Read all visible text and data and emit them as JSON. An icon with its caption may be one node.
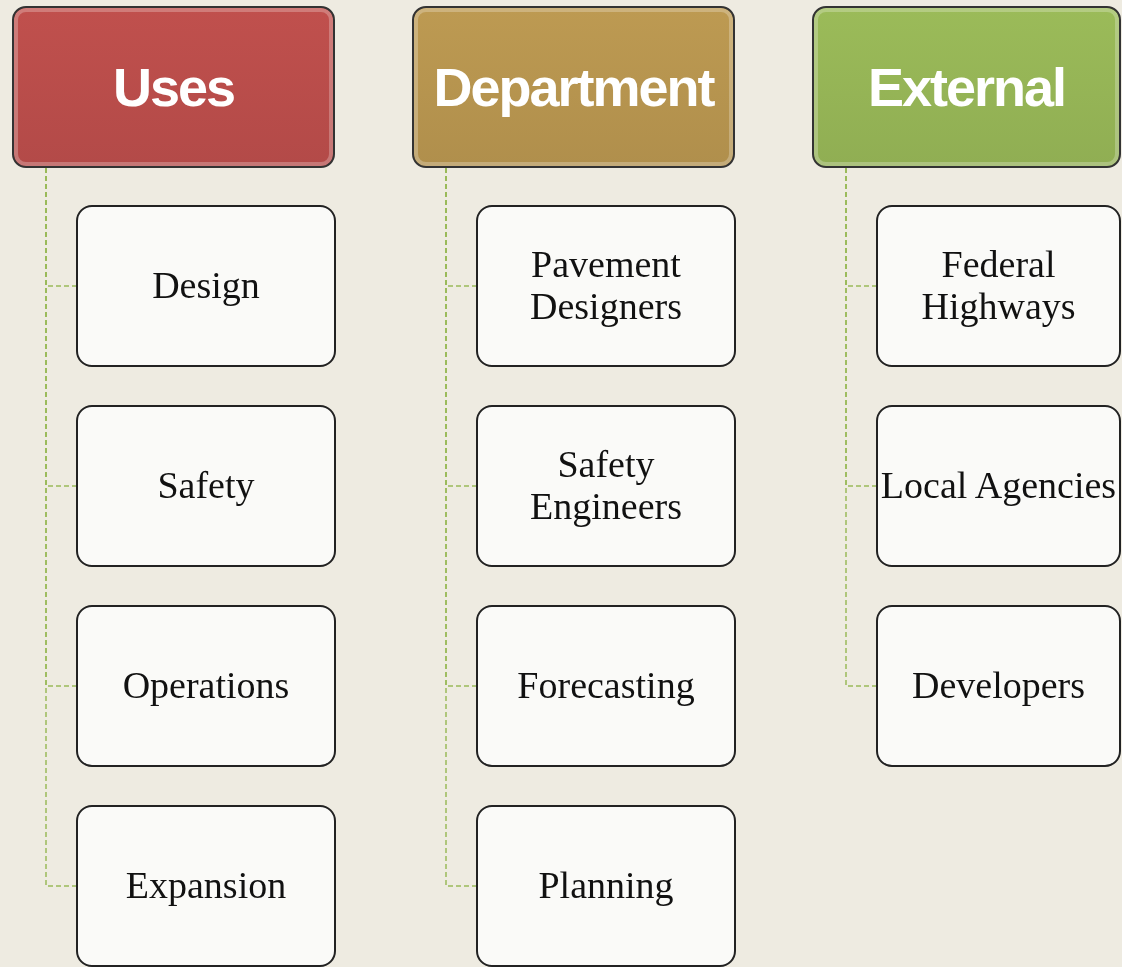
{
  "diagram": {
    "nodes": [
      {
        "text": [
          "Uses"
        ]
      },
      {
        "text": [
          "Design"
        ]
      },
      {
        "text": [
          "Safety"
        ]
      },
      {
        "text": [
          "Operations"
        ]
      },
      {
        "text": [
          "Expansion"
        ]
      },
      {
        "text": [
          "Department"
        ]
      },
      {
        "text": [
          "Pavement Designers"
        ]
      },
      {
        "text": [
          "Safety Engineers"
        ]
      },
      {
        "text": [
          "Forecasting"
        ]
      },
      {
        "text": [
          "Planning"
        ]
      },
      {
        "text": [
          "External"
        ]
      },
      {
        "text": [
          "Federal Highways"
        ]
      },
      {
        "text": [
          "Local Agencies"
        ]
      },
      {
        "text": [
          "Developers"
        ]
      }
    ],
    "edges": [
      {
        "from": 0,
        "to": 1,
        "arrow": "none",
        "style": "dashed"
      },
      {
        "from": 0,
        "to": 2,
        "arrow": "none",
        "style": "dashed"
      },
      {
        "from": 0,
        "to": 3,
        "arrow": "none",
        "style": "dashed"
      },
      {
        "from": 0,
        "to": 4,
        "arrow": "none",
        "style": "dashed"
      },
      {
        "from": 5,
        "to": 6,
        "arrow": "none",
        "style": "dashed"
      },
      {
        "from": 5,
        "to": 7,
        "arrow": "none",
        "style": "dashed"
      },
      {
        "from": 5,
        "to": 8,
        "arrow": "none",
        "style": "dashed"
      },
      {
        "from": 5,
        "to": 9,
        "arrow": "none",
        "style": "dashed"
      },
      {
        "from": 10,
        "to": 11,
        "arrow": "none",
        "style": "dashed"
      },
      {
        "from": 10,
        "to": 12,
        "arrow": "none",
        "style": "dashed"
      },
      {
        "from": 10,
        "to": 13,
        "arrow": "none",
        "style": "dashed"
      }
    ]
  }
}
